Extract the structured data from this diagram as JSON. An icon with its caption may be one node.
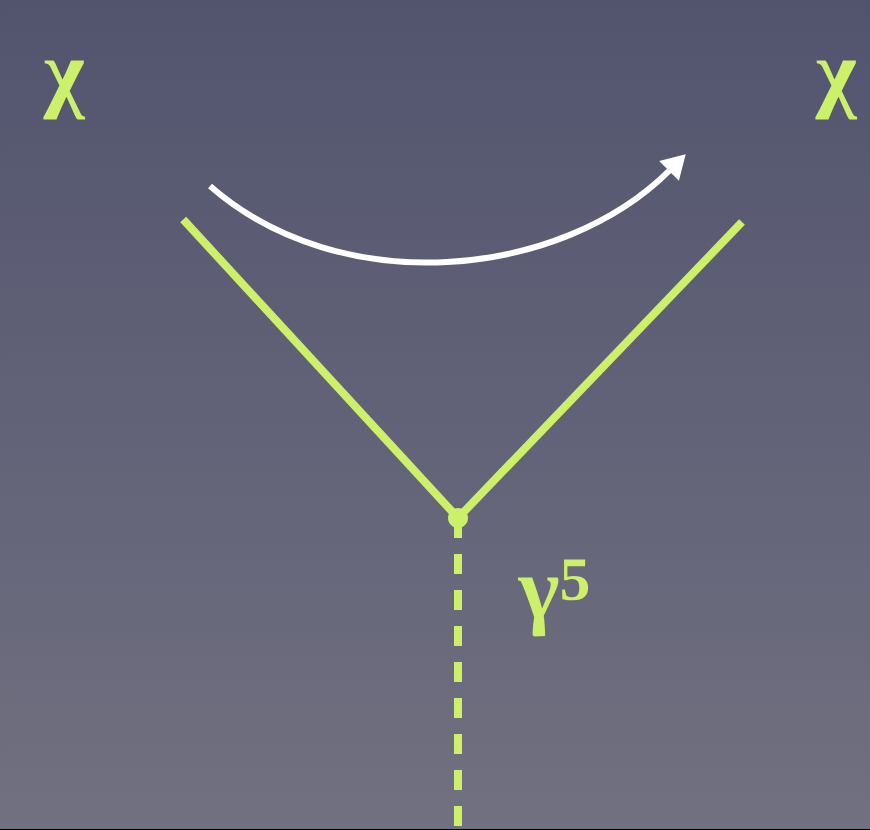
{
  "diagram": {
    "nodes": [
      {
        "text": [
          "χ"
        ]
      },
      {
        "text": [
          "χ"
        ]
      },
      {
        "text": [],
        "shape": "point",
        "beside": [
          "γ$^{5}$"
        ]
      }
    ],
    "edges": [
      {
        "from": 0,
        "to": 2,
        "arrow": "none"
      },
      {
        "from": 2,
        "to": null,
        "arrow": "none"
      },
      {
        "from": 2,
        "to": null,
        "arrow": "none",
        "style": "dashed"
      }
    ]
  }
}
